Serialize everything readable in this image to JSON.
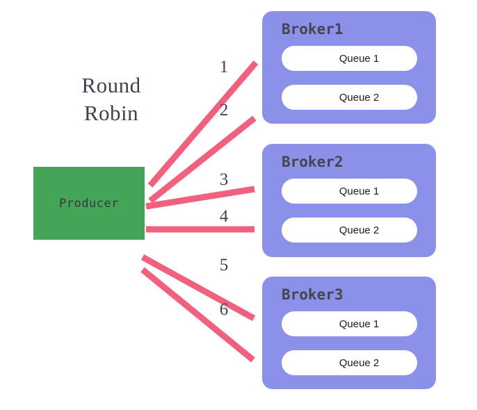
{
  "diagram": {
    "title_line_1": "Round",
    "title_line_2": "Robin",
    "title_text": "Round\nRobin",
    "colors": {
      "background": "#ffffff",
      "producer_green": "#45a557",
      "broker_purple": "#8b91e8",
      "connector_pink": "#f0617f",
      "queue_white": "#ffffff",
      "text_dark": "#3e4250"
    }
  },
  "producer": {
    "label": "Producer"
  },
  "connectors": [
    {
      "number": "1",
      "from": "producer",
      "to": "Broker1"
    },
    {
      "number": "2",
      "from": "producer",
      "to": "Broker1"
    },
    {
      "number": "3",
      "from": "producer",
      "to": "Broker2"
    },
    {
      "number": "4",
      "from": "producer",
      "to": "Broker2"
    },
    {
      "number": "5",
      "from": "producer",
      "to": "Broker3"
    },
    {
      "number": "6",
      "from": "producer",
      "to": "Broker3"
    }
  ],
  "brokers": [
    {
      "title": "Broker1",
      "queues": [
        {
          "label": "Queue 1"
        },
        {
          "label": "Queue 2"
        }
      ]
    },
    {
      "title": "Broker2",
      "queues": [
        {
          "label": "Queue 1"
        },
        {
          "label": "Queue 2"
        }
      ]
    },
    {
      "title": "Broker3",
      "queues": [
        {
          "label": "Queue 1"
        },
        {
          "label": "Queue 2"
        }
      ]
    }
  ]
}
